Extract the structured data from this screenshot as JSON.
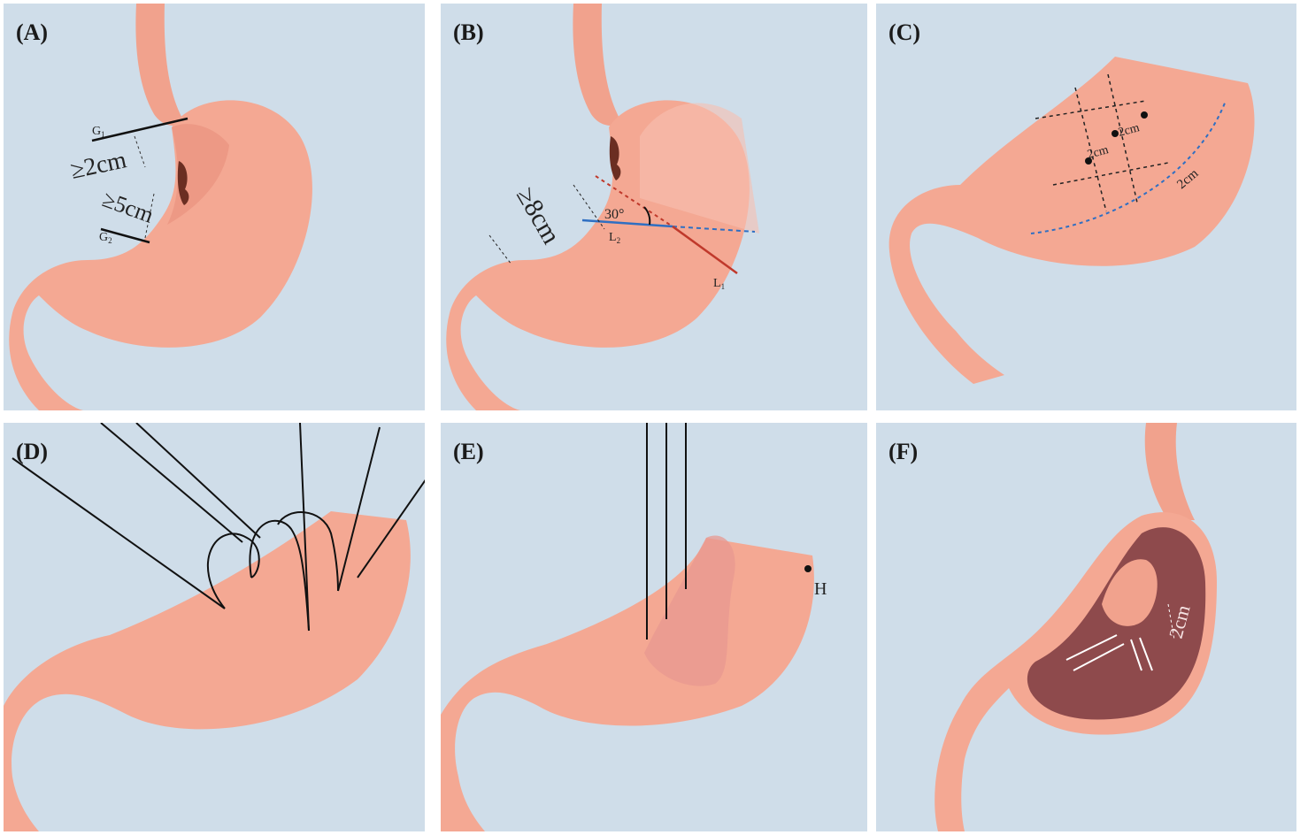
{
  "panels": {
    "a": {
      "label": "(A)",
      "g1": "G",
      "g1_sub": "1",
      "g2": "G",
      "g2_sub": "2",
      "dist1": "≥2cm",
      "dist2": "≥5cm"
    },
    "b": {
      "label": "(B)",
      "dist": "≥8cm",
      "angle": "30°",
      "l1": "L",
      "l1_sub": "1",
      "l2": "L",
      "l2_sub": "2"
    },
    "c": {
      "label": "(C)",
      "m1": "2cm",
      "m2": "2cm",
      "m3": "2cm"
    },
    "d": {
      "label": "(D)"
    },
    "e": {
      "label": "(E)",
      "point": "H"
    },
    "f": {
      "label": "(F)",
      "dist": "2cm"
    }
  },
  "colors": {
    "background": "#cfdde9",
    "stomach": "#f4a893",
    "stomach_shadow": "#e58a77",
    "lumen": "#8e4a4c",
    "blue_line": "#2f6fc2",
    "red_line": "#c0392b"
  }
}
